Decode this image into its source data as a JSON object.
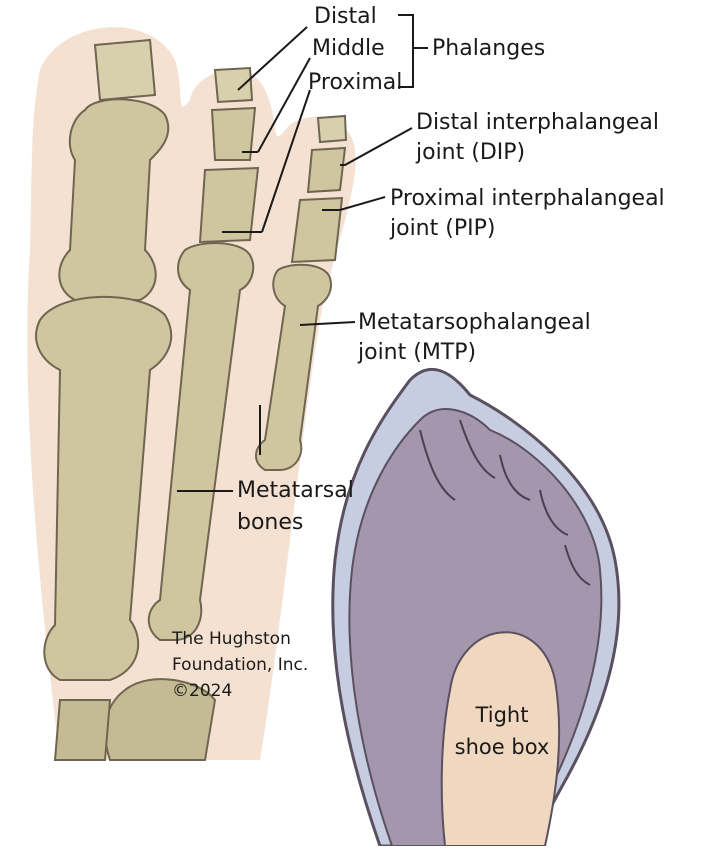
{
  "labels": {
    "distal": "Distal",
    "middle": "Middle",
    "proximal": "Proximal",
    "phalanges": "Phalanges",
    "dip_line1": "Distal interphalangeal",
    "dip_line2": "joint (DIP)",
    "pip_line1": "Proximal interphalangeal",
    "pip_line2": "joint (PIP)",
    "mtp_line1": "Metatarsophalangeal",
    "mtp_line2": "joint (MTP)",
    "metatarsal_line1": "Metatarsal",
    "metatarsal_line2": "bones"
  },
  "shoe_label": {
    "line1": "Tight",
    "line2": "shoe box"
  },
  "credit": {
    "line1": "The Hughston",
    "line2": "Foundation, Inc.",
    "line3": "©2024"
  },
  "colors": {
    "skin": "#e8c4a6",
    "bone": "#c9c09a",
    "bone_shadow": "#8f8766",
    "shoe_fill": "#a497ad",
    "shoe_outline": "#5a5060",
    "shoe_lining": "#c7cde0",
    "sole": "#f0d7c0"
  }
}
